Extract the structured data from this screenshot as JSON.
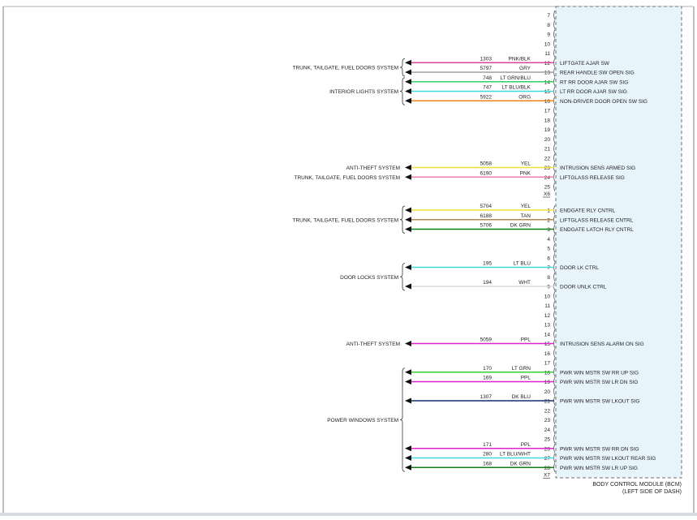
{
  "module": {
    "title_line1": "BODY CONTROL MODULE (BCM)",
    "title_line2": "(LEFT SIDE OF DASH)",
    "fill": "#e8f4fc"
  },
  "connectors": [
    {
      "id": "X6",
      "pins": [
        7,
        8,
        9,
        10,
        11,
        12,
        13,
        14,
        15,
        16,
        17,
        18,
        19,
        20,
        21,
        22,
        23,
        24,
        25
      ]
    },
    {
      "id": "X7",
      "pins": [
        1,
        2,
        3,
        4,
        5,
        6,
        7,
        8,
        9,
        10,
        11,
        12,
        13,
        14,
        15,
        16,
        17,
        18,
        19,
        20,
        21,
        22,
        23,
        24,
        25,
        26,
        27,
        28
      ]
    }
  ],
  "wires": [
    {
      "conn": 0,
      "pin": 12,
      "circuit": "1303",
      "color": "PNK/BLK",
      "signal": "LIFTGATE AJAR SW",
      "hex": "#e040a0"
    },
    {
      "conn": 0,
      "pin": 13,
      "circuit": "5797",
      "color": "GRY",
      "signal": "REAR HANDLE SW OPEN SIG",
      "hex": "#a0a0a0"
    },
    {
      "conn": 0,
      "pin": 14,
      "circuit": "748",
      "color": "LT GRN/BLU",
      "signal": "RT RR DOOR AJAR SW SIG",
      "hex": "#30d060"
    },
    {
      "conn": 0,
      "pin": 15,
      "circuit": "747",
      "color": "LT BLU/BLK",
      "signal": "LT RR DOOR AJAR SW SIG",
      "hex": "#40d8e0"
    },
    {
      "conn": 0,
      "pin": 16,
      "circuit": "5922",
      "color": "ORG",
      "signal": "NON-DRIVER DOOR OPEN SW SIG",
      "hex": "#f08010"
    },
    {
      "conn": 0,
      "pin": 23,
      "circuit": "5058",
      "color": "YEL",
      "signal": "INTRUSION SENS ARMED SIG",
      "hex": "#f0e030"
    },
    {
      "conn": 0,
      "pin": 24,
      "circuit": "6190",
      "color": "PNK",
      "signal": "LIFTGLASS RELEASE SIG",
      "hex": "#f080b0"
    },
    {
      "conn": 1,
      "pin": 1,
      "circuit": "5704",
      "color": "YEL",
      "signal": "ENDGATE RLY CNTRL",
      "hex": "#f0e030"
    },
    {
      "conn": 1,
      "pin": 2,
      "circuit": "6188",
      "color": "TAN",
      "signal": "LIFTGLASS RELEASE CNTRL",
      "hex": "#b08850"
    },
    {
      "conn": 1,
      "pin": 3,
      "circuit": "5706",
      "color": "DK GRN",
      "signal": "ENDGATE LATCH RLY CNTRL",
      "hex": "#108010"
    },
    {
      "conn": 1,
      "pin": 7,
      "circuit": "195",
      "color": "LT BLU",
      "signal": "DOOR LK CTRL",
      "hex": "#40d8e0"
    },
    {
      "conn": 1,
      "pin": 9,
      "circuit": "194",
      "color": "WHT",
      "signal": "DOOR UNLK CTRL",
      "hex": "#d8d8d8"
    },
    {
      "conn": 1,
      "pin": 15,
      "circuit": "5059",
      "color": "PPL",
      "signal": "INTRUSION SENS ALARM ON SIG",
      "hex": "#e020d0"
    },
    {
      "conn": 1,
      "pin": 18,
      "circuit": "170",
      "color": "LT GRN",
      "signal": "PWR WIN MSTR SW RR UP SIG",
      "hex": "#30d030"
    },
    {
      "conn": 1,
      "pin": 19,
      "circuit": "169",
      "color": "PPL",
      "signal": "PWR WIN MSTR SW LR DN SIG",
      "hex": "#e020d0"
    },
    {
      "conn": 1,
      "pin": 21,
      "circuit": "1307",
      "color": "DK BLU",
      "signal": "PWR WIN MSTR SW LKOUT SIG",
      "hex": "#103070"
    },
    {
      "conn": 1,
      "pin": 26,
      "circuit": "171",
      "color": "PPL",
      "signal": "PWR WIN MSTR SW RR DN SIG",
      "hex": "#e020d0"
    },
    {
      "conn": 1,
      "pin": 27,
      "circuit": "280",
      "color": "LT BLU/WHT",
      "signal": "PWR WIN MSTR SW LKOUT REAR SIG",
      "hex": "#40d8e0"
    },
    {
      "conn": 1,
      "pin": 28,
      "circuit": "168",
      "color": "DK GRN",
      "signal": "PWR WIN MSTR SW LR UP SIG",
      "hex": "#108010"
    }
  ],
  "systems": [
    {
      "label": "TRUNK, TAILGATE, FUEL DOORS SYSTEM",
      "brace": true
    },
    {
      "label": "INTERIOR LIGHTS SYSTEM",
      "brace": true
    },
    {
      "label": "ANTI-THEFT SYSTEM",
      "brace": false
    },
    {
      "label": "TRUNK, TAILGATE, FUEL DOORS SYSTEM",
      "brace": false
    },
    {
      "label": "TRUNK, TAILGATE, FUEL DOORS SYSTEM",
      "brace": true
    },
    {
      "label": "DOOR LOCKS SYSTEM",
      "brace": true
    },
    {
      "label": "ANTI-THEFT SYSTEM",
      "brace": false
    },
    {
      "label": "POWER WINDOWS SYSTEM",
      "brace": true
    }
  ]
}
